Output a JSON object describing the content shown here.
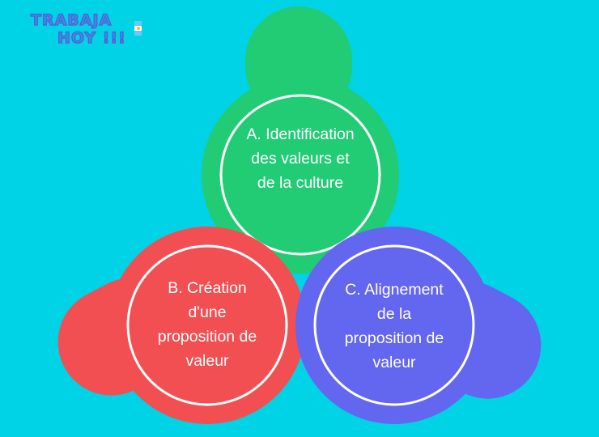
{
  "logo": {
    "line1": "TRABAJA",
    "line2": "HOY !!!",
    "flag_icon": "argentina-flag-icon"
  },
  "colors": {
    "background": "#00d3e6",
    "node_a": "#22cc74",
    "node_b": "#f24f52",
    "node_c": "#6366ee",
    "ring": "#ffffff"
  },
  "diagram": {
    "nodes": [
      {
        "id": "a",
        "label": "A. Identification\ndes valeurs et\nde la culture"
      },
      {
        "id": "b",
        "label": "B. Création\nd'une\nproposition de\nvaleur"
      },
      {
        "id": "c",
        "label": "C. Alignement\nde la\nproposition de\nvaleur"
      }
    ]
  }
}
